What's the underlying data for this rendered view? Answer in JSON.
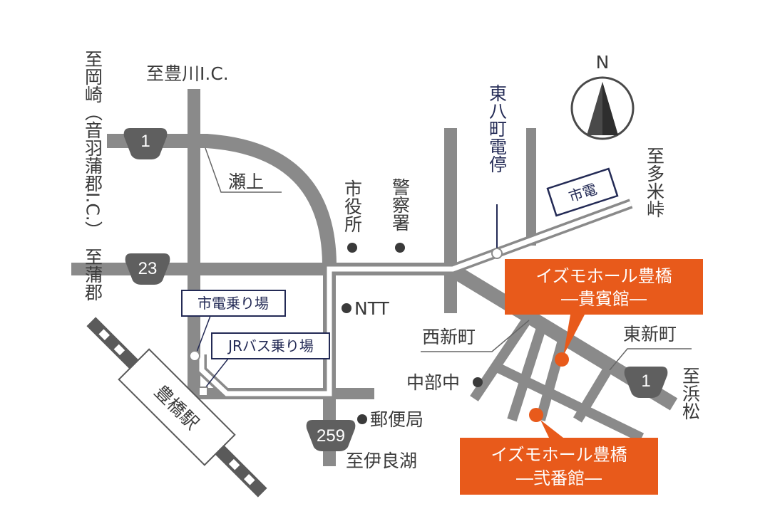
{
  "colors": {
    "road": "#8a8a8a",
    "tram": "#8a8a8a",
    "venue": "#e85a1b",
    "navy": "#232a55",
    "text": "#3a3a3a",
    "badge": "#5f5f5f"
  },
  "compass": {
    "north": "N"
  },
  "routes": {
    "r1_west": "1",
    "r23": "23",
    "r259": "259",
    "r1_east": "1"
  },
  "directions": {
    "okazaki": "至岡崎（音羽蒲郡I.C.）",
    "toyokawa_ic": "至豊川I.C.",
    "gamagori": "至蒲郡",
    "tamemine": "至多米峠",
    "hamamatsu": "至浜松",
    "irago": "至伊良湖"
  },
  "places": {
    "senoue": "瀬上",
    "city_hall": "市役所",
    "police": "警察署",
    "ntt": "NTT",
    "nishi_shinmachi": "西新町",
    "higashi_shinmachi": "東新町",
    "chubu_jhs": "中部中",
    "post_office": "郵便局",
    "station": "豊橋駅"
  },
  "tram": {
    "stop": "東八町電停",
    "line": "市電"
  },
  "boxes": {
    "tram_stop": "市電乗り場",
    "bus_stop": "JRバス乗り場"
  },
  "venues": {
    "kihinkan": {
      "name": "イズモホール豊橋",
      "sub": "―貴賓館―"
    },
    "nibankan": {
      "name": "イズモホール豊橋",
      "sub": "―弐番館―"
    }
  }
}
